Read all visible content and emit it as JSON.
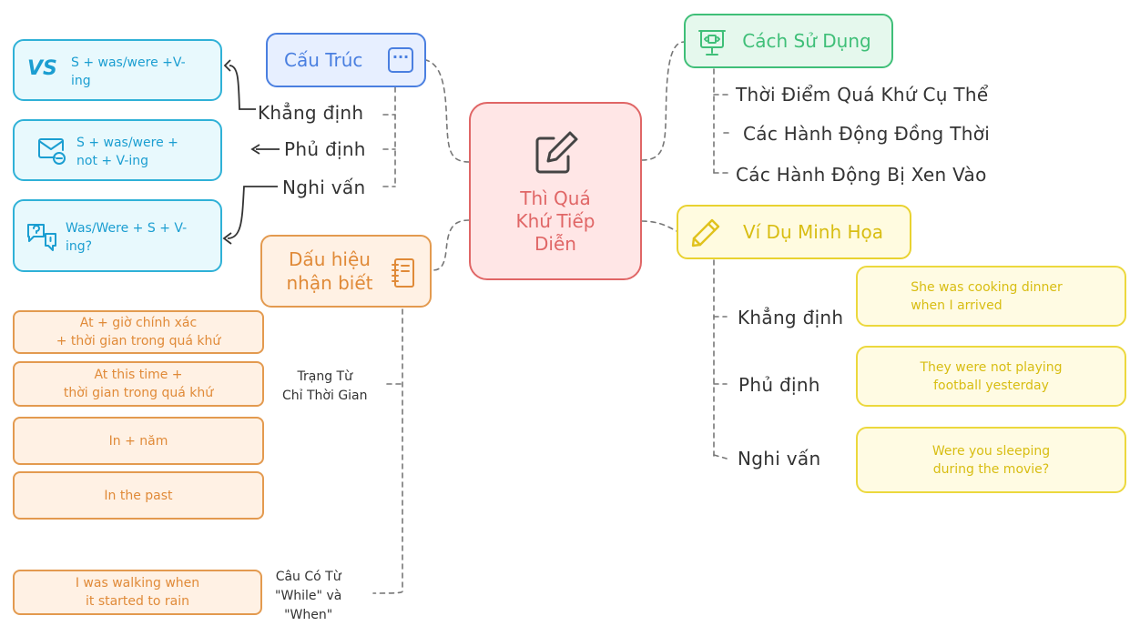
{
  "center": {
    "line1": "Thì Quá",
    "line2": "Khứ Tiếp",
    "line3": "Diễn"
  },
  "structure": {
    "title": "Cấu Trúc",
    "labels": {
      "affirmative": "Khẳng định",
      "negative": "Phủ định",
      "question": "Nghi vấn"
    },
    "formulas": {
      "affirmative": [
        "S + was/were +V-",
        "ing"
      ],
      "negative": [
        "S + was/were +",
        "not + V-ing"
      ],
      "question": [
        "Was/Were + S + V-",
        "ing?"
      ]
    }
  },
  "usage": {
    "title": "Cách Sử Dụng",
    "items": [
      "Thời Điểm Quá Khứ Cụ Thể",
      "Các Hành Động Đồng Thời",
      "Các Hành Động Bị Xen Vào"
    ]
  },
  "examples": {
    "title": "Ví Dụ Minh Họa",
    "labels": {
      "affirmative": "Khẳng định",
      "negative": "Phủ định",
      "question": "Nghi vấn"
    },
    "sentences": {
      "affirmative": [
        "She was cooking dinner",
        "when I arrived"
      ],
      "negative": [
        "They were not playing",
        "football yesterday"
      ],
      "question": [
        "Were you sleeping",
        "during the movie?"
      ]
    }
  },
  "signals": {
    "title": [
      "Dấu hiệu",
      "nhận biết"
    ],
    "adverbs_label": [
      "Trạng Từ",
      "Chỉ Thời Gian"
    ],
    "adverbs": [
      [
        "At + giờ chính xác",
        "+ thời gian trong quá khứ"
      ],
      [
        "At this time +",
        "thời gian trong quá khứ"
      ],
      [
        "In + năm"
      ],
      [
        "In the past"
      ]
    ],
    "clause_label": [
      "Câu Có Từ",
      "\"While\" và",
      "\"When\""
    ],
    "clause_example": [
      "I was walking when",
      "it started to rain"
    ]
  },
  "colors": {
    "center": "#e06666",
    "structure": "#4a7fe0",
    "usage": "#3fbf78",
    "examples": "#e9d230",
    "signals": "#e39a4f",
    "formula": "#2fb1d7"
  },
  "icons": [
    "edit-icon",
    "dots-icon",
    "presentation-icon",
    "pencil-icon",
    "notebook-icon",
    "vs-icon",
    "mail-minus-icon",
    "question-chat-icon"
  ]
}
